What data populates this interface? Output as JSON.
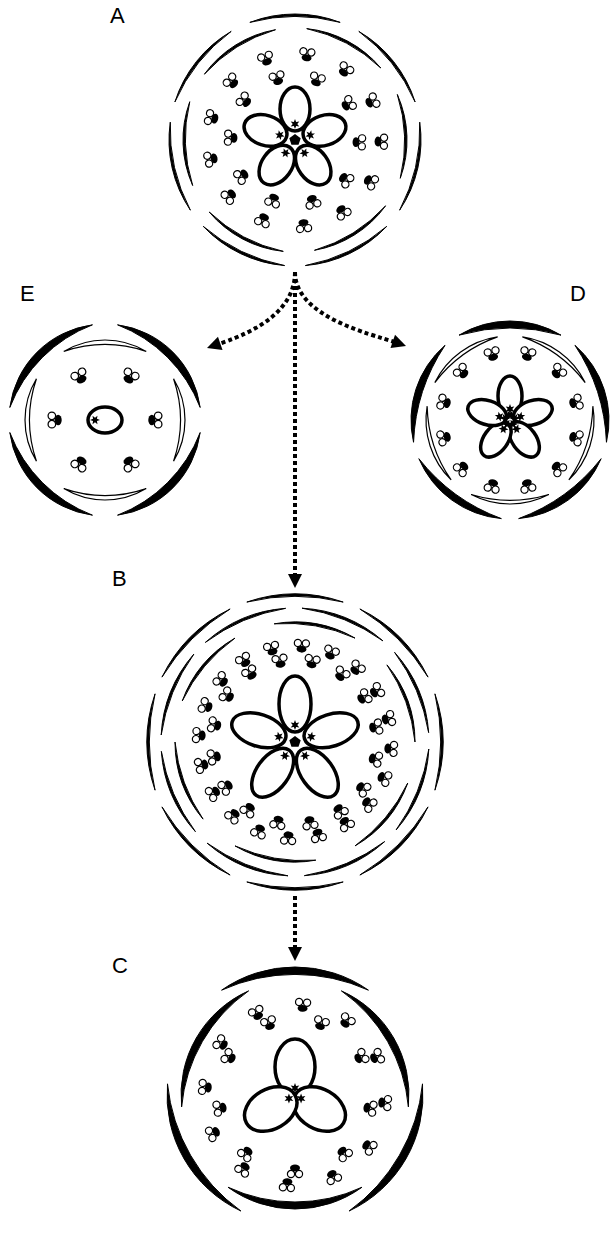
{
  "diagram": {
    "nodes": [
      {
        "text": [
          "A"
        ]
      },
      {
        "text": [
          "E"
        ]
      },
      {
        "text": [
          "D"
        ]
      },
      {
        "text": [
          "B"
        ]
      },
      {
        "text": [
          "C"
        ]
      }
    ],
    "edges": [
      {
        "from": 0,
        "to": 1,
        "arrow": "to"
      },
      {
        "from": 0,
        "to": 2,
        "arrow": "to"
      },
      {
        "from": 0,
        "to": 3,
        "arrow": "to"
      },
      {
        "from": 3,
        "to": 4,
        "arrow": "to"
      }
    ]
  }
}
